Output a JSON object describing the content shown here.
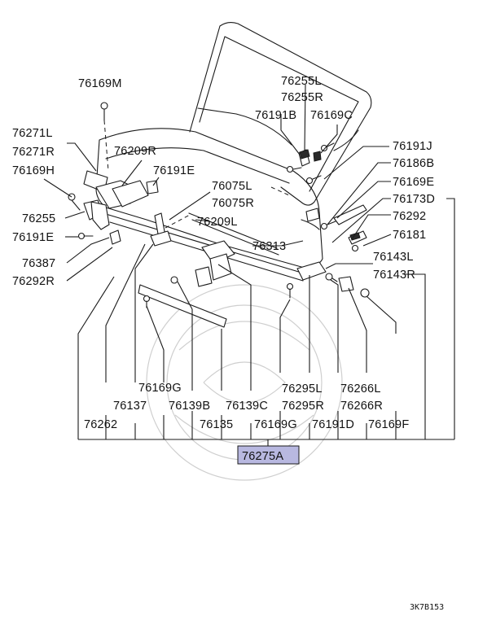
{
  "callouts": {
    "c76169M": "76169M",
    "c76255L": "76255L",
    "c76255R": "76255R",
    "c76191B": "76191B",
    "c76169C": "76169C",
    "c76271L": "76271L",
    "c76271R": "76271R",
    "c76209R": "76209R",
    "c76191J": "76191J",
    "c76186B": "76186B",
    "c76169H": "76169H",
    "c76191E_top": "76191E",
    "c76075L": "76075L",
    "c76169E": "76169E",
    "c76075R": "76075R",
    "c76173D": "76173D",
    "c76255": "76255",
    "c76209L": "76209L",
    "c76292_right": "76292",
    "c76191E_left": "76191E",
    "c76313": "76313",
    "c76181": "76181",
    "c76387": "76387",
    "c76143L": "76143L",
    "c76292R": "76292R",
    "c76143R": "76143R",
    "c76169G_mid": "76169G",
    "c76295L": "76295L",
    "c76266L": "76266L",
    "c76137": "76137",
    "c76139B": "76139B",
    "c76139C": "76139C",
    "c76295R": "76295R",
    "c76266R": "76266R",
    "c76262": "76262",
    "c76135": "76135",
    "c76169G_bot": "76169G",
    "c76191D": "76191D",
    "c76169F": "76169F"
  },
  "assembly_label": "76275A",
  "assembly_fill": "#b8b8e0",
  "diagram_code": "3K7B153"
}
